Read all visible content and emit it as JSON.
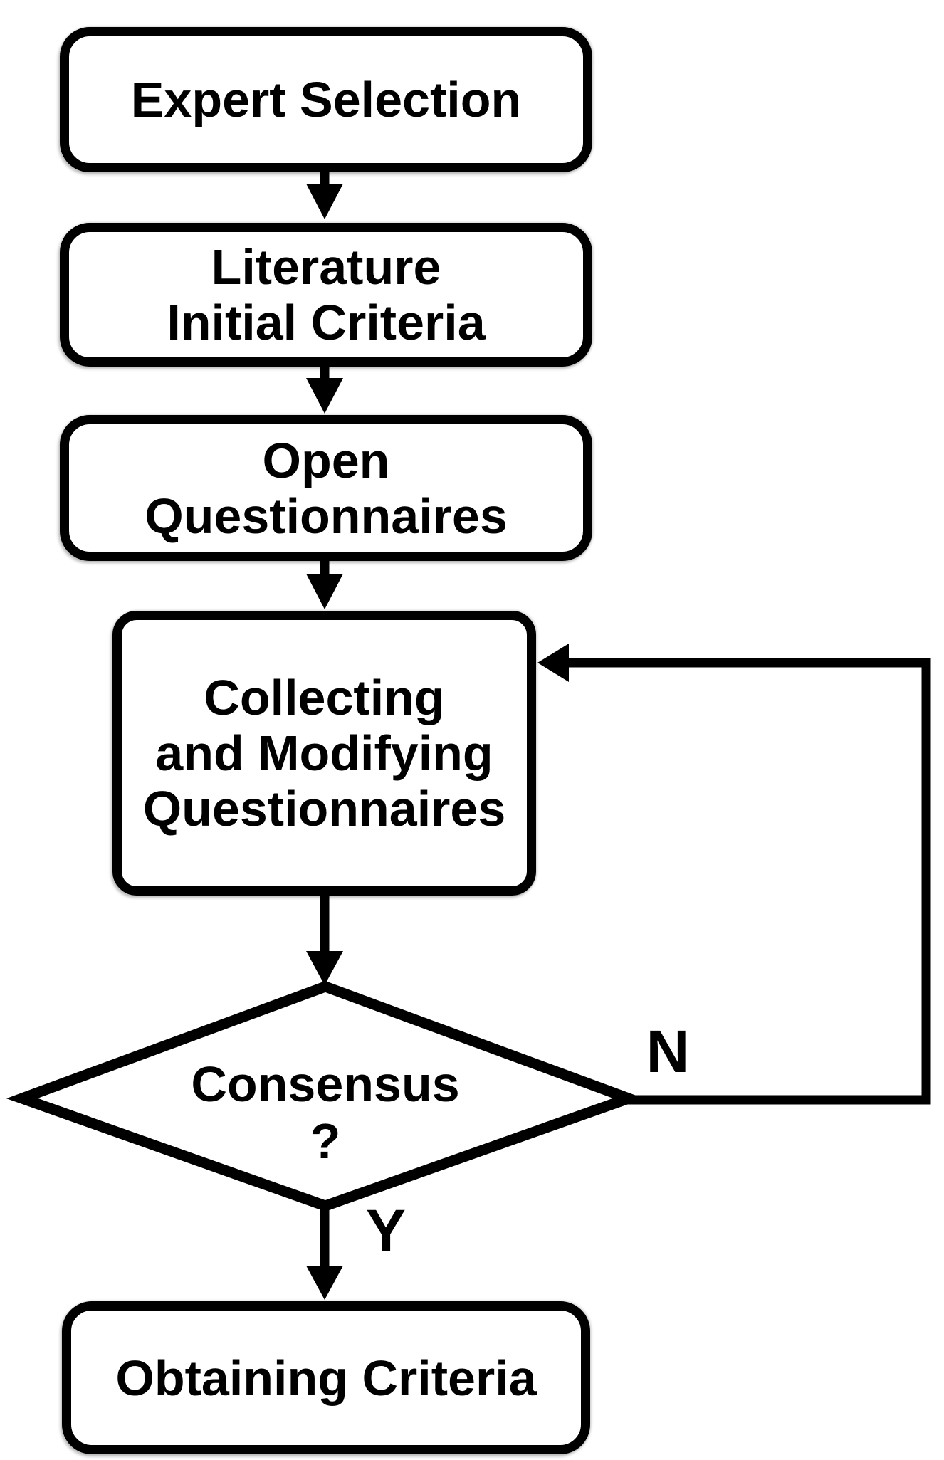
{
  "colors": {
    "stroke": "#000000",
    "fill": "#ffffff",
    "text": "#000000"
  },
  "nodes": {
    "expert": {
      "type": "process",
      "lines": {
        "l1": "Expert Selection"
      }
    },
    "literature": {
      "type": "process",
      "lines": {
        "l1": "Literature",
        "l2": "Initial Criteria"
      }
    },
    "open": {
      "type": "process",
      "lines": {
        "l1": "Open",
        "l2": "Questionnaires"
      }
    },
    "collect": {
      "type": "process",
      "lines": {
        "l1": "Collecting",
        "l2": "and Modifying",
        "l3": "Questionnaires"
      }
    },
    "decision": {
      "type": "decision",
      "lines": {
        "l1": "Consensus",
        "l2": "?"
      }
    },
    "obtain": {
      "type": "process",
      "lines": {
        "l1": "Obtaining Criteria"
      }
    }
  },
  "edge_labels": {
    "no": "N",
    "yes": "Y"
  }
}
